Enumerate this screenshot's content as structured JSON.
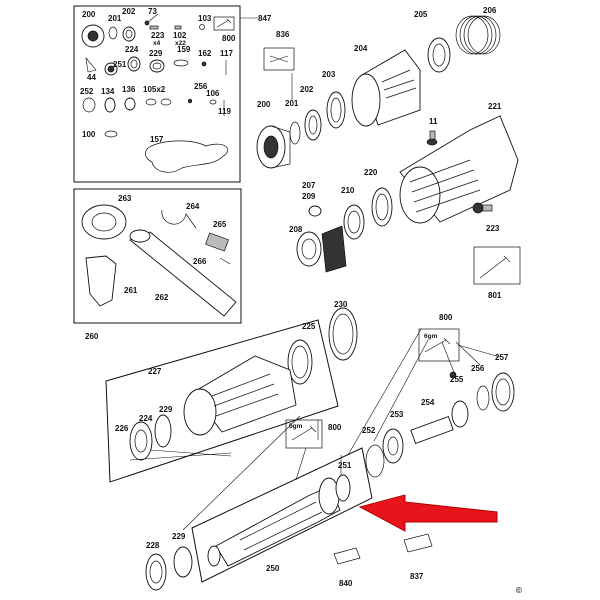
{
  "labels": {
    "l200a": "200",
    "l201a": "201",
    "l202a": "202",
    "l73": "73",
    "l103": "103",
    "l847": "847",
    "l800a": "800",
    "l223": "223",
    "l223x4": "x4",
    "l102": "102",
    "l102x22": "x22",
    "l224a": "224",
    "l229a": "229",
    "l159": "159",
    "l162": "162",
    "l117": "117",
    "l251a": "251",
    "l44": "44",
    "l252a": "252",
    "l134": "134",
    "l136": "136",
    "l105x2": "105x2",
    "l256a": "256",
    "l106": "106",
    "l119": "119",
    "l100": "100",
    "l157": "157",
    "l205": "205",
    "l206": "206",
    "l836": "836",
    "l204": "204",
    "l203": "203",
    "l202b": "202",
    "l201b": "201",
    "l200b": "200",
    "l221": "221",
    "l11": "11",
    "l207": "207",
    "l209": "209",
    "l210": "210",
    "l220": "220",
    "l208": "208",
    "l223b": "223",
    "l801": "801",
    "l263": "263",
    "l264": "264",
    "l265": "265",
    "l266": "266",
    "l261": "261",
    "l262": "262",
    "l260": "260",
    "l230": "230",
    "l225": "225",
    "l227": "227",
    "l224b": "224",
    "l226": "226",
    "l229b": "229",
    "l800b": "800",
    "l5gm_a": "5gm",
    "l800c": "800",
    "l6gm": "6gm",
    "l255": "255",
    "l256b": "256",
    "l257": "257",
    "l254": "254",
    "l253": "253",
    "l252b": "252",
    "l251b": "251",
    "l228": "228",
    "l229c": "229",
    "l250": "250",
    "l840": "840",
    "l837": "837",
    "copyright": "©"
  },
  "colors": {
    "arrow": "#e8141c",
    "line": "#111111",
    "background": "#ffffff"
  },
  "icons": [
    "grease-tube-icon",
    "copyright-icon",
    "screw-icon",
    "pointer-arrow-icon"
  ]
}
